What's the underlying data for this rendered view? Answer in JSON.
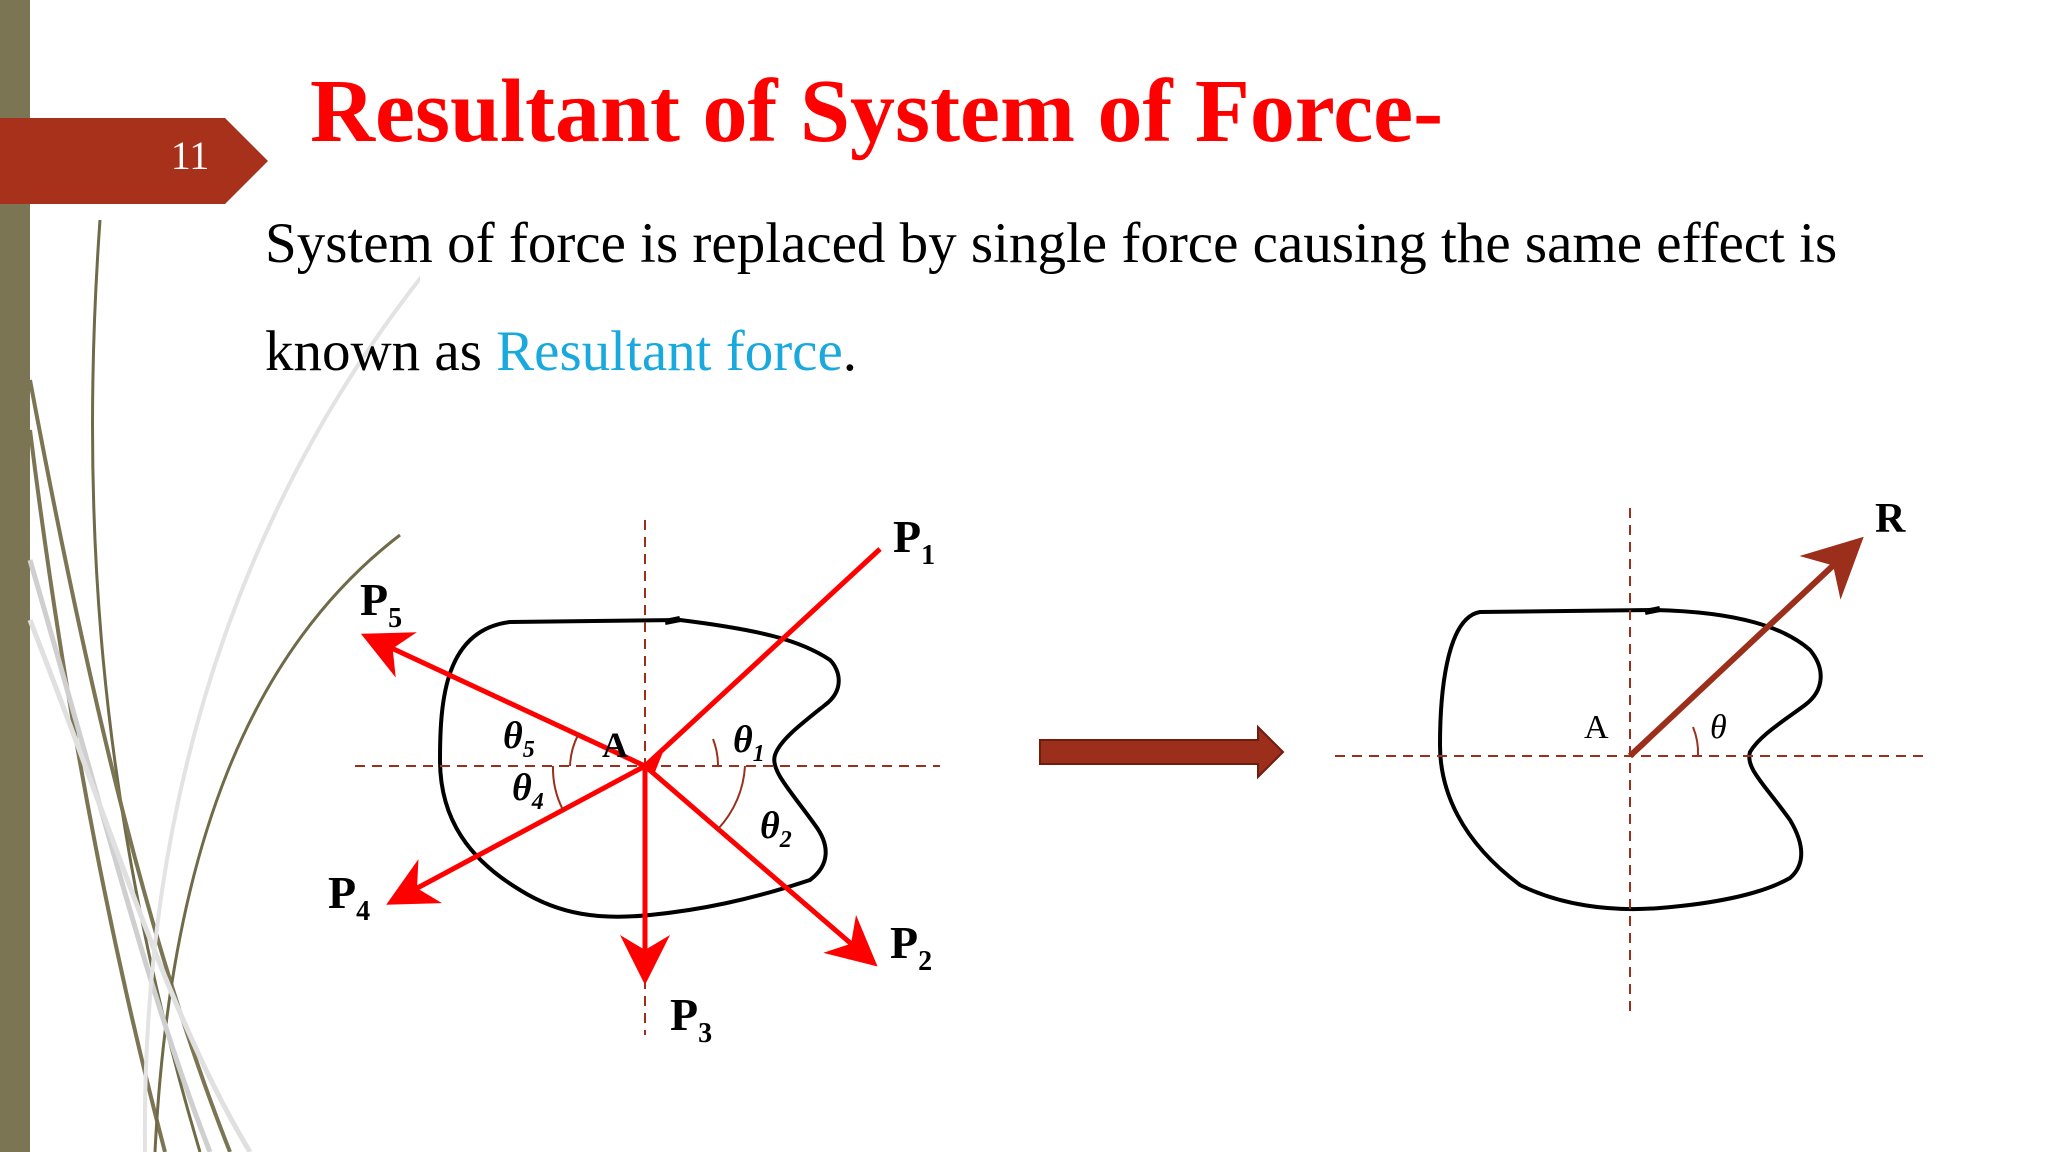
{
  "slide": {
    "number": "11",
    "title": "Resultant of System of Force-",
    "body_line1": "System of force is replaced by single force causing the same effect is",
    "body_line2_prefix": "known as ",
    "body_line2_highlight": "Resultant force",
    "body_line2_suffix": "."
  },
  "colors": {
    "title": "#ff0000",
    "highlight": "#1aa9dd",
    "force_arrows": "#ff0000",
    "resultant_arrow": "#9b2f1c",
    "slide_tab": "#a8311b",
    "left_bar": "#7b7554"
  },
  "diagram_left": {
    "point_label": "A",
    "forces": [
      {
        "name": "P",
        "sub": "1"
      },
      {
        "name": "P",
        "sub": "2"
      },
      {
        "name": "P",
        "sub": "3"
      },
      {
        "name": "P",
        "sub": "4"
      },
      {
        "name": "P",
        "sub": "5"
      }
    ],
    "angles": [
      {
        "symbol": "θ",
        "sub": "1"
      },
      {
        "symbol": "θ",
        "sub": "2"
      },
      {
        "symbol": "θ",
        "sub": "4"
      },
      {
        "symbol": "θ",
        "sub": "5"
      }
    ]
  },
  "diagram_right": {
    "point_label": "A",
    "resultant_label": "R",
    "angle_label": "θ"
  }
}
